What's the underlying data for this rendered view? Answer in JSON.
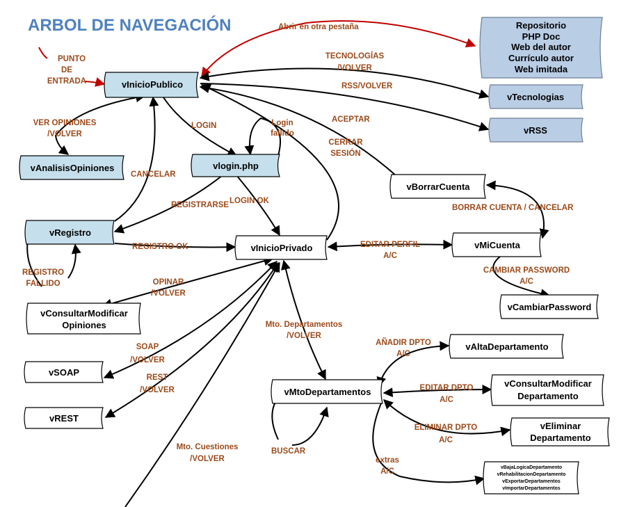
{
  "title": "ARBOL DE NAVEGACIÓN",
  "colors": {
    "title": "#4f81bd",
    "label": "#9c4a1a",
    "node_blue": "#c6dfec",
    "node_grey": "#b9cde5",
    "arrow_red": "#c00000"
  },
  "nodes": {
    "vInicioPublico": "vInicioPublico",
    "vAnalisisOpiniones": "vAnalisisOpiniones",
    "vlogin": "vlogin.php",
    "vRegistro": "vRegistro",
    "vInicioPrivado": "vInicioPrivado",
    "vTecnologias": "vTecnologias",
    "vRSS": "vRSS",
    "vBorrarCuenta": "vBorrarCuenta",
    "vMiCuenta": "vMiCuenta",
    "vCambiarPassword": "vCambiarPassword",
    "vConsultarModificarOpiniones": [
      "vConsultarModificar",
      "Opiniones"
    ],
    "vSOAP": "vSOAP",
    "vREST": "vREST",
    "vMtoDepartamentos": "vMtoDepartamentos",
    "vAltaDepartamento": "vAltaDepartamento",
    "vConsultarModificarDepartamento": [
      "vConsultarModificar",
      "Departamento"
    ],
    "vEliminarDepartamento": [
      "vEliminar",
      "Departamento"
    ],
    "vExtras": [
      "vBajaLogicaDepartamento",
      "vRehabilitacionDepartamento",
      "vExportarDepartamentos",
      "vImportarDepartamentos"
    ],
    "externos": [
      "Repositorio",
      "PHP Doc",
      "Web del autor",
      "Currículo autor",
      "Web imitada"
    ]
  },
  "labels": {
    "abrir_pestana": "Abrir en otra pestaña",
    "punto_entrada": [
      "PUNTO",
      "DE",
      "ENTRADA"
    ],
    "tecnologias_volver": [
      "TECNOLOGÍAS",
      "/VOLVER"
    ],
    "rss_volver": "RSS/VOLVER",
    "aceptar": "ACEPTAR",
    "ver_opiniones": [
      "VER OPINIONES",
      "/VOLVER"
    ],
    "login": "LOGIN",
    "login_fallido": [
      "Login",
      "fallido"
    ],
    "cerrar_sesion": [
      "CERRAR",
      "SESIÓN"
    ],
    "cancelar": "CANCELAR",
    "registrarse": "REGISTRARSE",
    "login_ok": "LOGIN OK",
    "borrar_cuenta": "BORRAR CUENTA / CANCELAR",
    "registro_ok": "REGISTRO OK",
    "editar_perfil": [
      "EDITAR PERFIL",
      "A/C"
    ],
    "registro_fallido": [
      "REGISTRO",
      "FALLIDO"
    ],
    "cambiar_password": [
      "CAMBIAR PASSWORD",
      "A/C"
    ],
    "opinar": [
      "OPINAR",
      "/VOLVER"
    ],
    "mto_departamentos": [
      "Mto. Departamentos",
      "/VOLVER"
    ],
    "anadir_dpto": [
      "AÑADIR DPTO",
      "A/C"
    ],
    "soap": [
      "SOAP",
      "/VOLVER"
    ],
    "rest": [
      "REST",
      "/VOLVER"
    ],
    "editar_dpto": [
      "EDITAR DPTO",
      "A/C"
    ],
    "eliminar_dpto": [
      "ELIMINAR DPTO",
      "A/C"
    ],
    "mto_cuestiones": [
      "Mto. Cuestiones",
      "/VOLVER"
    ],
    "buscar": "BUSCAR",
    "extras": [
      "extras",
      "A/C"
    ]
  }
}
